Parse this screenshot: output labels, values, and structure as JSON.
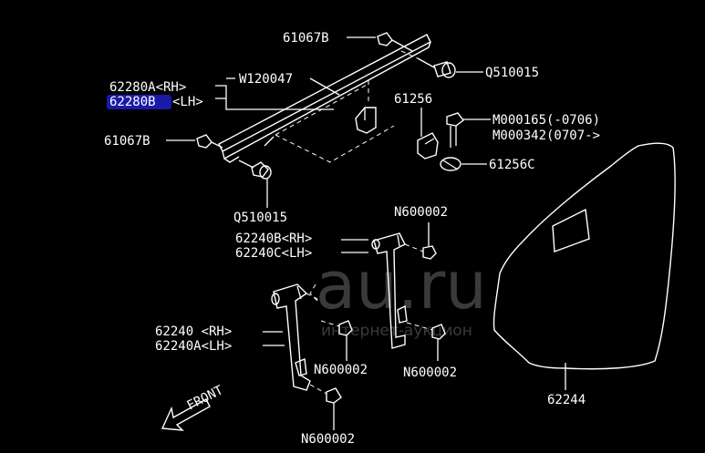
{
  "colors": {
    "background": "#000000",
    "line": "#ffffff",
    "highlight": "#1a1aa8",
    "watermark": "#6a6a6a"
  },
  "labels": {
    "p61067b_top": "61067B",
    "p61067b_left": "61067B",
    "p62280a": "62280A<RH>",
    "p62280b_num": "62280B",
    "p62280b_side": "<LH>",
    "w120047": "W120047",
    "q510015_right": "Q510015",
    "q510015_bottom": "Q510015",
    "p61256": "61256",
    "m000165": "M000165(-0706)",
    "m000342": "M000342(0707->",
    "p61256c": "61256C",
    "n600002_top": "N600002",
    "p62240b": "62240B<RH>",
    "p62240c": "62240C<LH>",
    "p62240": "62240 <RH>",
    "p62240a": "62240A<LH>",
    "n600002_mid_left": "N600002",
    "n600002_mid_right": "N600002",
    "n600002_bottom": "N600002",
    "p62244": "62244",
    "front": "FRONT"
  },
  "watermark": {
    "main": "au.ru",
    "sub": "интернет-аукцион"
  }
}
